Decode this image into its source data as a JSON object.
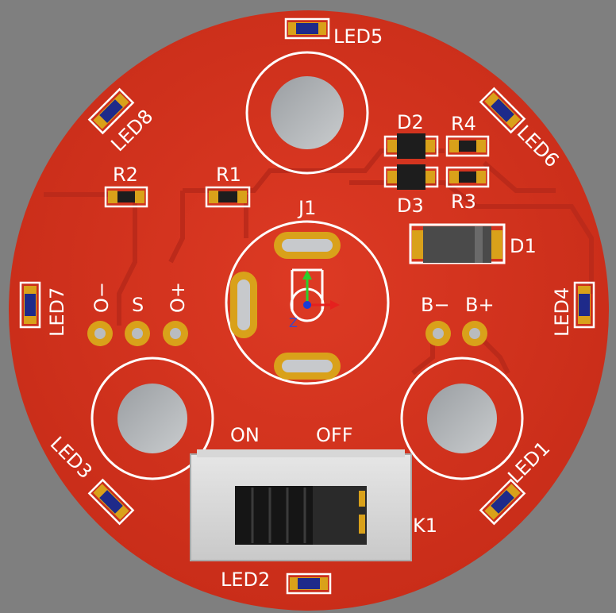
{
  "board": {
    "colors": {
      "background": "#7f7f7f",
      "pcb": "#d8331f",
      "pcb_dark": "#b52714",
      "silkscreen": "#ffffff",
      "gold": "#d9a11a",
      "led_body": "#1e2a8a",
      "component": "#222222"
    },
    "labels": {
      "led5": "LED5",
      "led6": "LED6",
      "led8": "LED8",
      "led7": "LED7",
      "led4": "LED4",
      "led3": "LED3",
      "led1": "LED1",
      "led2": "LED2",
      "d2": "D2",
      "d3": "D3",
      "r4": "R4",
      "r3": "R3",
      "r2": "R2",
      "r1": "R1",
      "j1": "J1",
      "d1": "D1",
      "k1": "K1",
      "o_minus": "O−",
      "s": "S",
      "o_plus": "O+",
      "b_minus": "B−",
      "b_plus": "B+",
      "on": "ON",
      "off": "OFF"
    },
    "axis_label": "Z"
  }
}
